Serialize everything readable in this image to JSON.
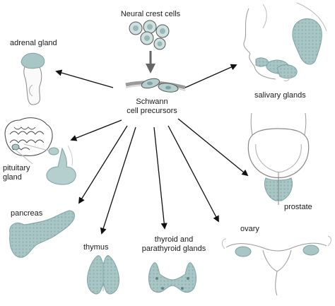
{
  "source": {
    "label": "Neural crest cells"
  },
  "hub": {
    "line1": "Schwann",
    "line2": "cell precursors"
  },
  "targets": {
    "adrenal": "adrenal gland",
    "salivary": "salivary glands",
    "pituitary_1": "pituitary",
    "pituitary_2": "gland",
    "prostate": "prostate",
    "pancreas": "pancreas",
    "ovary": "ovary",
    "thymus": "thymus",
    "thyroid_1": "thyroid and",
    "thyroid_2": "parathyroid glands"
  },
  "colors": {
    "tissue_fill": "#a9c6c6",
    "tissue_light": "#d7e6e6",
    "tissue_dark": "#7fa3a3",
    "outline": "#8a8a8a",
    "arrow": "#111111"
  }
}
